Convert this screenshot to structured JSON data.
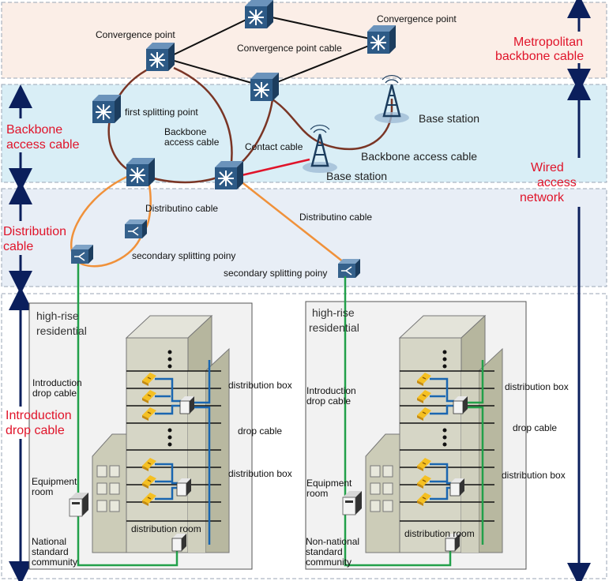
{
  "zones": {
    "metro_label": [
      "Metropolitan",
      "backbone cable"
    ],
    "backbone_label": [
      "Backbone",
      "access cable"
    ],
    "distribution_label": [
      "Distribution",
      "cable"
    ],
    "intro_label": [
      "Introduction",
      "drop cable"
    ],
    "wired_label": [
      "Wired",
      "access",
      "network"
    ]
  },
  "network": {
    "convergence_point_left": "Convergence point",
    "convergence_point_right": "Convergence point",
    "convergence_point_cable": "Convergence point cable",
    "first_splitting_point": "first splitting point",
    "backbone_access_cable": [
      "Backbone",
      "access cable"
    ],
    "contact_cable": "Contact cable",
    "base_station_top": "Base station",
    "backbone_access_cable_right": "Backbone access cable",
    "base_station_bottom": "Base station",
    "distribution_cable_left": "Distributino cable",
    "distribution_cable_right": "Distributino cable",
    "secondary_splitting_left": "secondary splitting poiny",
    "secondary_splitting_right": "secondary splitting poiny"
  },
  "buildings": [
    {
      "title": [
        "high-rise",
        "residential"
      ],
      "intro_drop": [
        "Introduction",
        "drop cable"
      ],
      "dist_box_top": "distribution box",
      "drop_cable": "drop cable",
      "dist_box_bottom": "distribution box",
      "equipment_room": [
        "Equipment",
        "room"
      ],
      "distribution_room": "distribution room",
      "community": [
        "National",
        "standard",
        "community"
      ]
    },
    {
      "title": [
        "high-rise",
        "residential"
      ],
      "intro_drop": [
        "Introduction",
        "drop cable"
      ],
      "dist_box_top": "distribution box",
      "drop_cable": "drop cable",
      "dist_box_bottom": "distribution box",
      "equipment_room": [
        "Equipment",
        "room"
      ],
      "distribution_room": "distribution room",
      "community": [
        "Non-national",
        "standard",
        "community"
      ]
    }
  ],
  "colors": {
    "metro_band": "#fbeee7",
    "backbone_band": "#d9eef6",
    "distribution_band": "#e8eef6",
    "label_red": "#e0142a",
    "arrow_navy": "#0b1f5c",
    "backbone_cable": "#7a3525",
    "distribution_cable": "#f0913a",
    "contact_cable": "#e0142a",
    "drop_green": "#22a04a",
    "drop_blue": "#1a66b0",
    "device_blue": "#2d5a86"
  },
  "icons": [
    "switch-icon",
    "splitter-icon",
    "tower-icon",
    "building-icon",
    "server-icon",
    "distribution-box-icon",
    "jack-icon"
  ]
}
